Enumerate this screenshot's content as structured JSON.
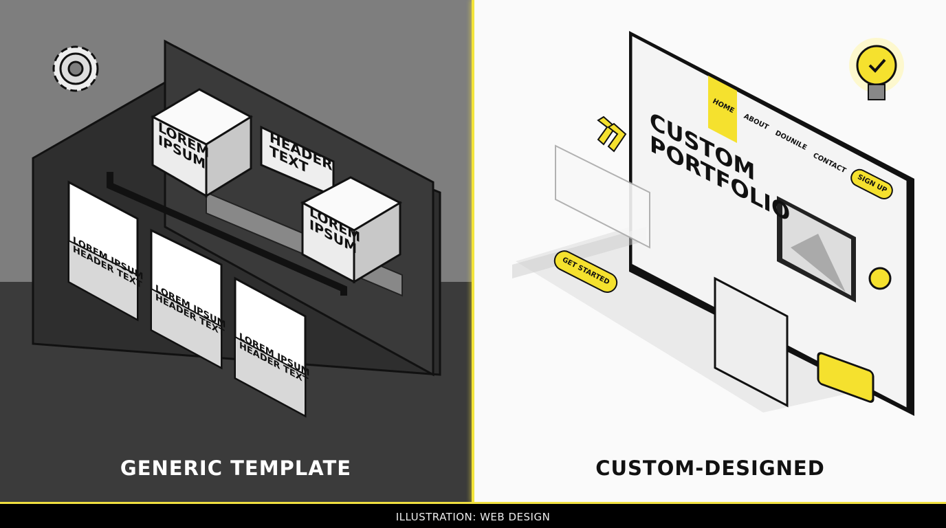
{
  "left": {
    "caption": "GENERIC TEMPLATE",
    "cube_1": "LOREM\nIPSUM",
    "cube_2": "LOREM\nIPSUM",
    "header_card": "HEADER\nTEXT",
    "cards": [
      "LOREM IPSUM\nHEADER TEXT",
      "LOREM IPSUM\nHEADER TEXT",
      "LOREM IPSUM\nHEADER TEXT"
    ],
    "icon": "gear-icon"
  },
  "right": {
    "caption": "CUSTOM-DESIGNED",
    "nav": [
      "HOME",
      "ABOUT",
      "DOUNILE",
      "CONTACT"
    ],
    "signup": "SIGN UP",
    "hero_title": "CUSTOM\nPORTFOLIO",
    "cta": "GET STARTED",
    "icon": "lightbulb-check-icon",
    "accent": "#f5e12e"
  },
  "footer": {
    "label": "ILLUSTRATION: WEB DESIGN"
  }
}
